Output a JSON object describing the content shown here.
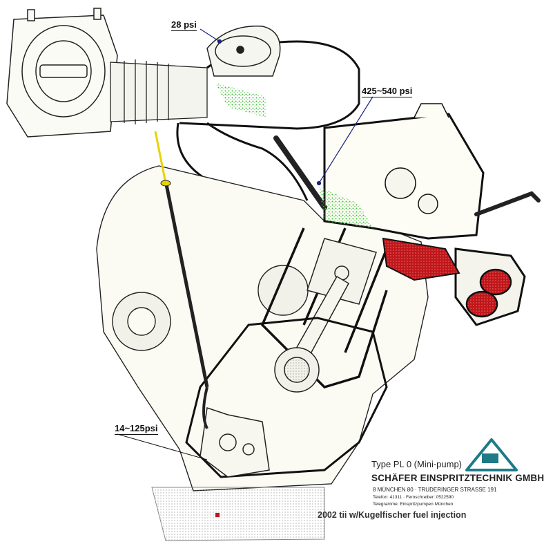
{
  "labels": {
    "psi_28": "28 psi",
    "psi_425_540": "425~540 psi",
    "psi_14_125": "14~125psi"
  },
  "company": {
    "type_line": "Type PL 0 (Mini-pump)",
    "name": "SCHÄFER EINSPRITZTECHNIK GMBH",
    "address": "8 MÜNCHEN 80 · TRUDERINGER STRASSE 191",
    "telefon": "Telefon: 41311 · Fernschreiber: 0522590",
    "telegramme": "Telegramme: Einspritzpumpen München"
  },
  "caption": "2002 tii w/Kugelfischer fuel injection",
  "colors": {
    "spray": "#3fbf3f",
    "combustion": "#c0161a",
    "leader": "#1a237e",
    "yellow_line": "#e8d300",
    "logo": "#1e7a87"
  }
}
